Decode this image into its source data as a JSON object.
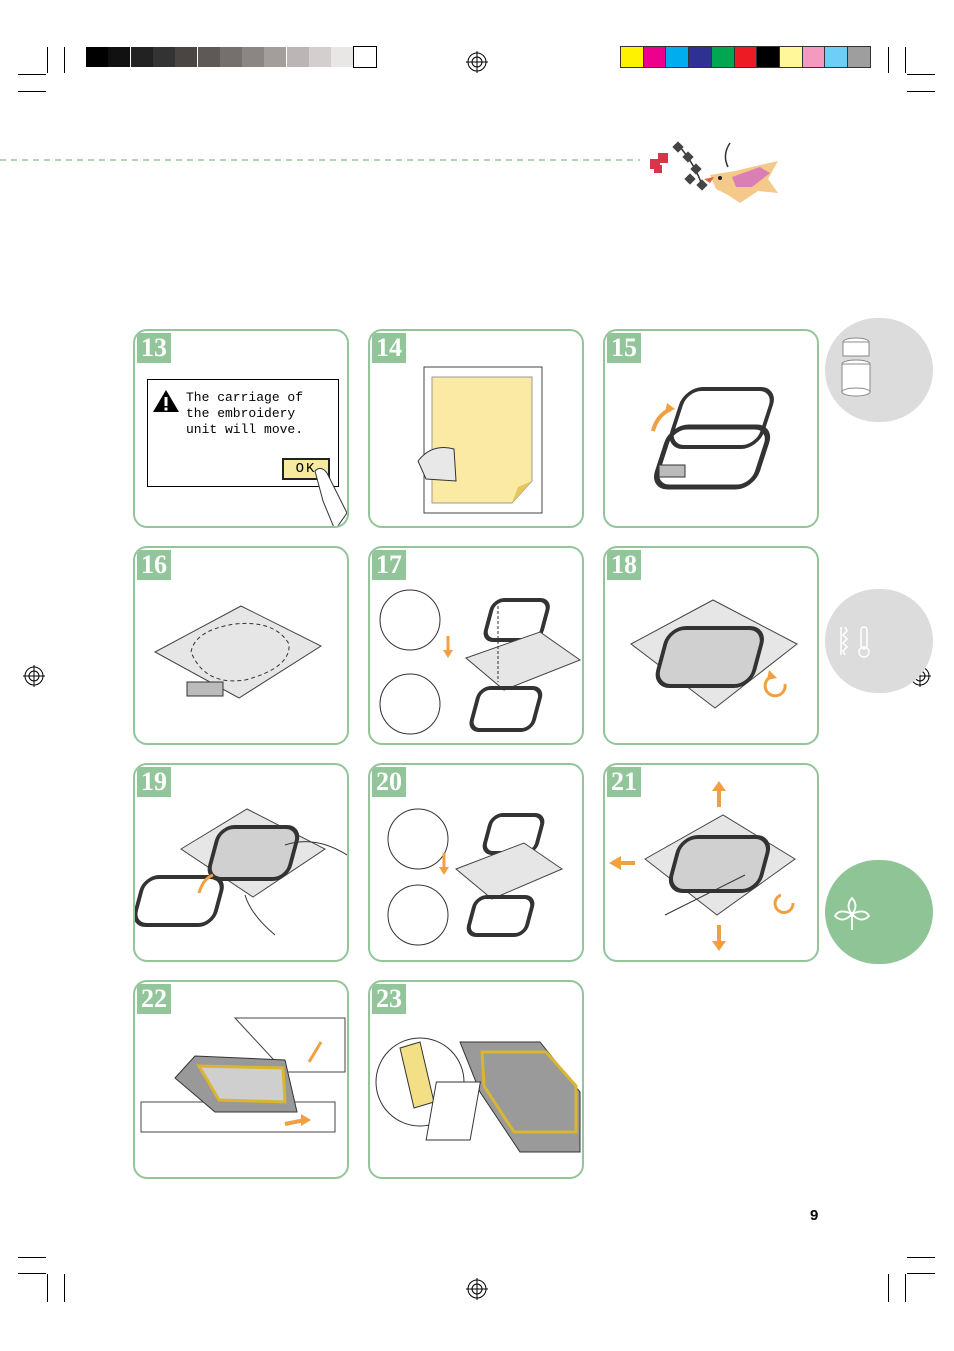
{
  "page": {
    "number": "9"
  },
  "colors": {
    "panel_border": "#93c59b",
    "number_badge": "#93c59b",
    "accent_arrow": "#f0a040",
    "stabilizer_yellow": "#fbeaa3",
    "tab_gray": "#dcdcdc",
    "tab_green": "#8fc596",
    "dashed_rule": "#93c59b"
  },
  "grayscale_bar": [
    "#000000",
    "#111111",
    "#222222",
    "#333333",
    "#4a4443",
    "#5e5857",
    "#756f6e",
    "#8b8584",
    "#a39d9c",
    "#bbb6b5",
    "#d3cfce",
    "#e9e7e6",
    "#ffffff"
  ],
  "color_bar": [
    "#fff200",
    "#ec008c",
    "#00aeef",
    "#2e3192",
    "#00a651",
    "#ed1c24",
    "#000000",
    "#fff799",
    "#f49ac1",
    "#6dcff6",
    "#9e9e9e"
  ],
  "steps": [
    {
      "number": "13",
      "icon": "lcd-message-icon",
      "screen": {
        "message": "The carriage of\nthe embroidery\nunit will move.",
        "ok_label": "OK"
      }
    },
    {
      "number": "14",
      "icon": "stabilizer-iron-icon"
    },
    {
      "number": "15",
      "icon": "hoop-separate-icon"
    },
    {
      "number": "16",
      "icon": "fabric-outline-icon"
    },
    {
      "number": "17",
      "icon": "hoop-layers-icon"
    },
    {
      "number": "18",
      "icon": "fabric-hooped-icon"
    },
    {
      "number": "19",
      "icon": "press-inner-frame-icon"
    },
    {
      "number": "20",
      "icon": "hoop-layers-icon"
    },
    {
      "number": "21",
      "icon": "pull-fabric-taut-icon"
    },
    {
      "number": "22",
      "icon": "attach-hoop-machine-icon"
    },
    {
      "number": "23",
      "icon": "hoop-lever-closeup-icon"
    }
  ],
  "side_tabs": [
    {
      "icon": "thread-spools-icon",
      "color": "#dcdcdc"
    },
    {
      "icon": "stitch-thermometer-icon",
      "color": "#dcdcdc"
    },
    {
      "icon": "embroidery-flower-icon",
      "color": "#8fc596"
    }
  ]
}
